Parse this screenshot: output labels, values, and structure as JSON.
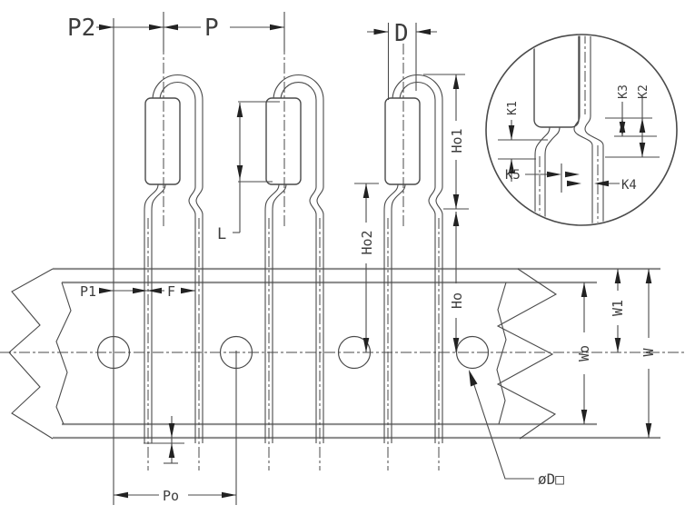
{
  "diagram": {
    "kind": "component-taping-dimensions",
    "labels": {
      "p2": "P2",
      "p": "P",
      "d": "D",
      "l": "L",
      "k1": "K1",
      "k2": "K2",
      "k3": "K3",
      "k4": "K4",
      "k5": "K5",
      "ho1": "Ho1",
      "ho2": "Ho2",
      "ho": "Ho",
      "p1": "P1",
      "f": "F",
      "po": "Po",
      "w1": "W1",
      "wo": "Wo",
      "w": "W",
      "phi_do": "øD□"
    },
    "counts": {
      "components": 3,
      "sprocket_holes": 4
    }
  },
  "colors": {
    "background": "#ffffff",
    "line": "#4a4a4a",
    "tape_edge": "#8f8f8f",
    "arrow": "#222222",
    "text": "#3d3d3d"
  }
}
